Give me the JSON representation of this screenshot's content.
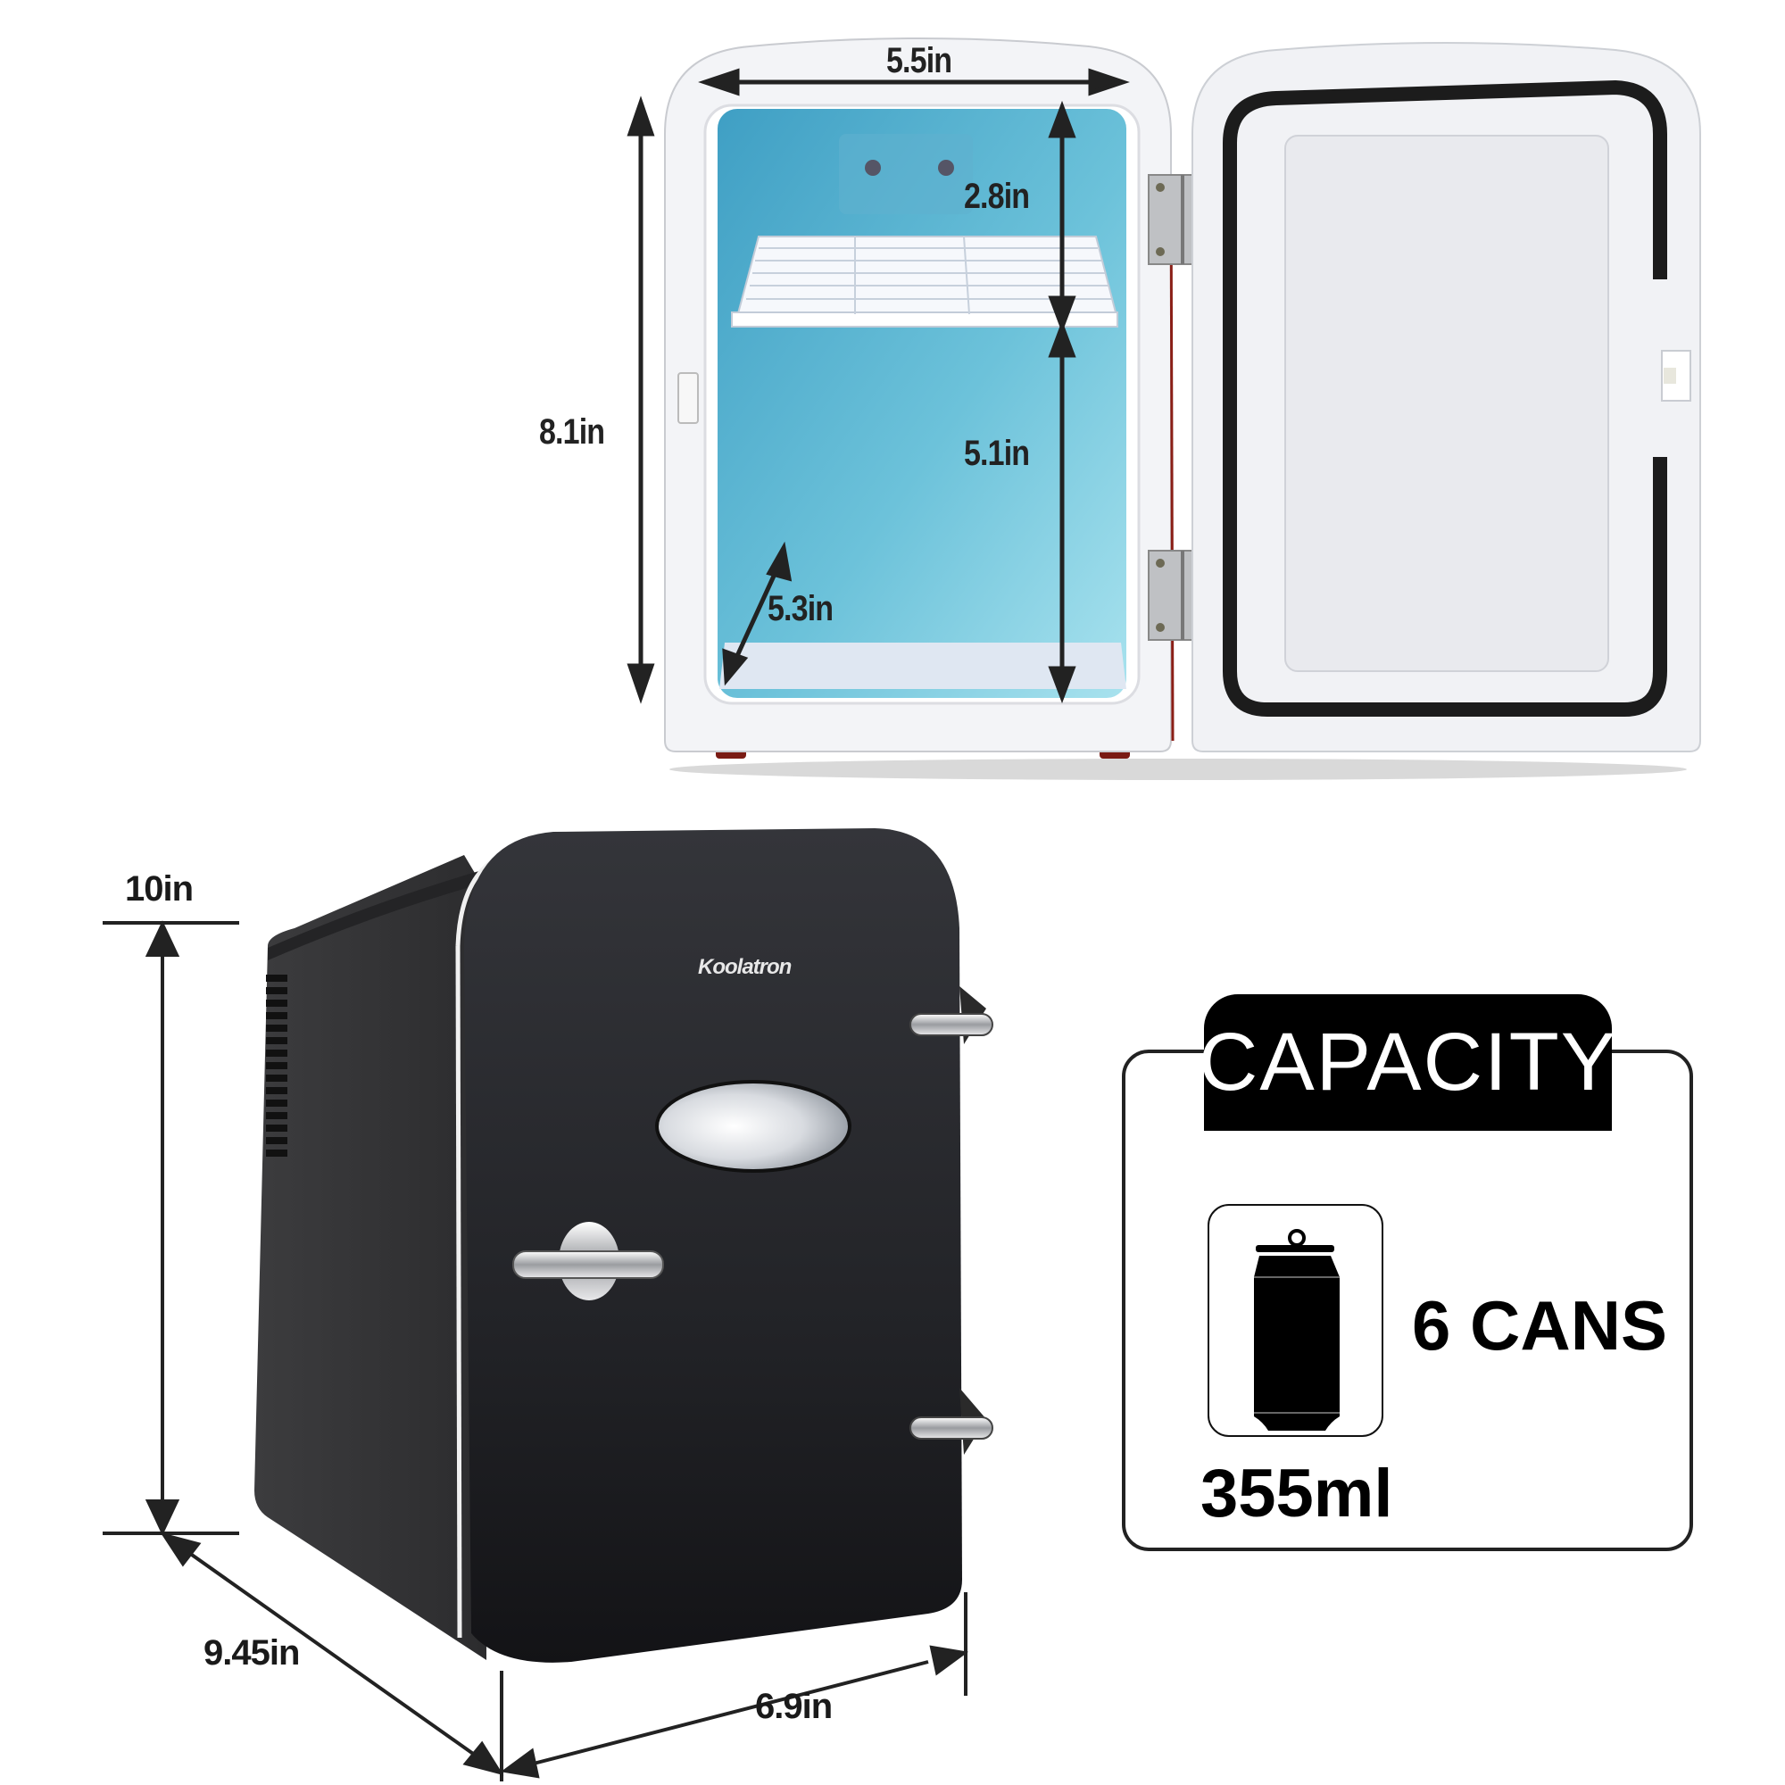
{
  "product": {
    "brand_logo": "Koolatron",
    "colors": {
      "body_black": "#2b2c30",
      "side_black": "#3a3a3c",
      "interior_blue": "#5ab8d4",
      "frame_white": "#f2f3f6",
      "gasket": "#1c1c1c",
      "annotation": "#222222"
    }
  },
  "open_view": {
    "width_label": "5.5in",
    "top_compartment_label": "2.8in",
    "bottom_compartment_label": "5.1in",
    "depth_label": "5.3in",
    "interior_height_label": "8.1in"
  },
  "closed_view": {
    "height_label": "10in",
    "depth_label": "9.45in",
    "width_label": "6.9in"
  },
  "capacity": {
    "title": "CAPACITY",
    "count_label": "6 CANS",
    "can_volume": "355ml",
    "icon": "soda-can-icon"
  }
}
